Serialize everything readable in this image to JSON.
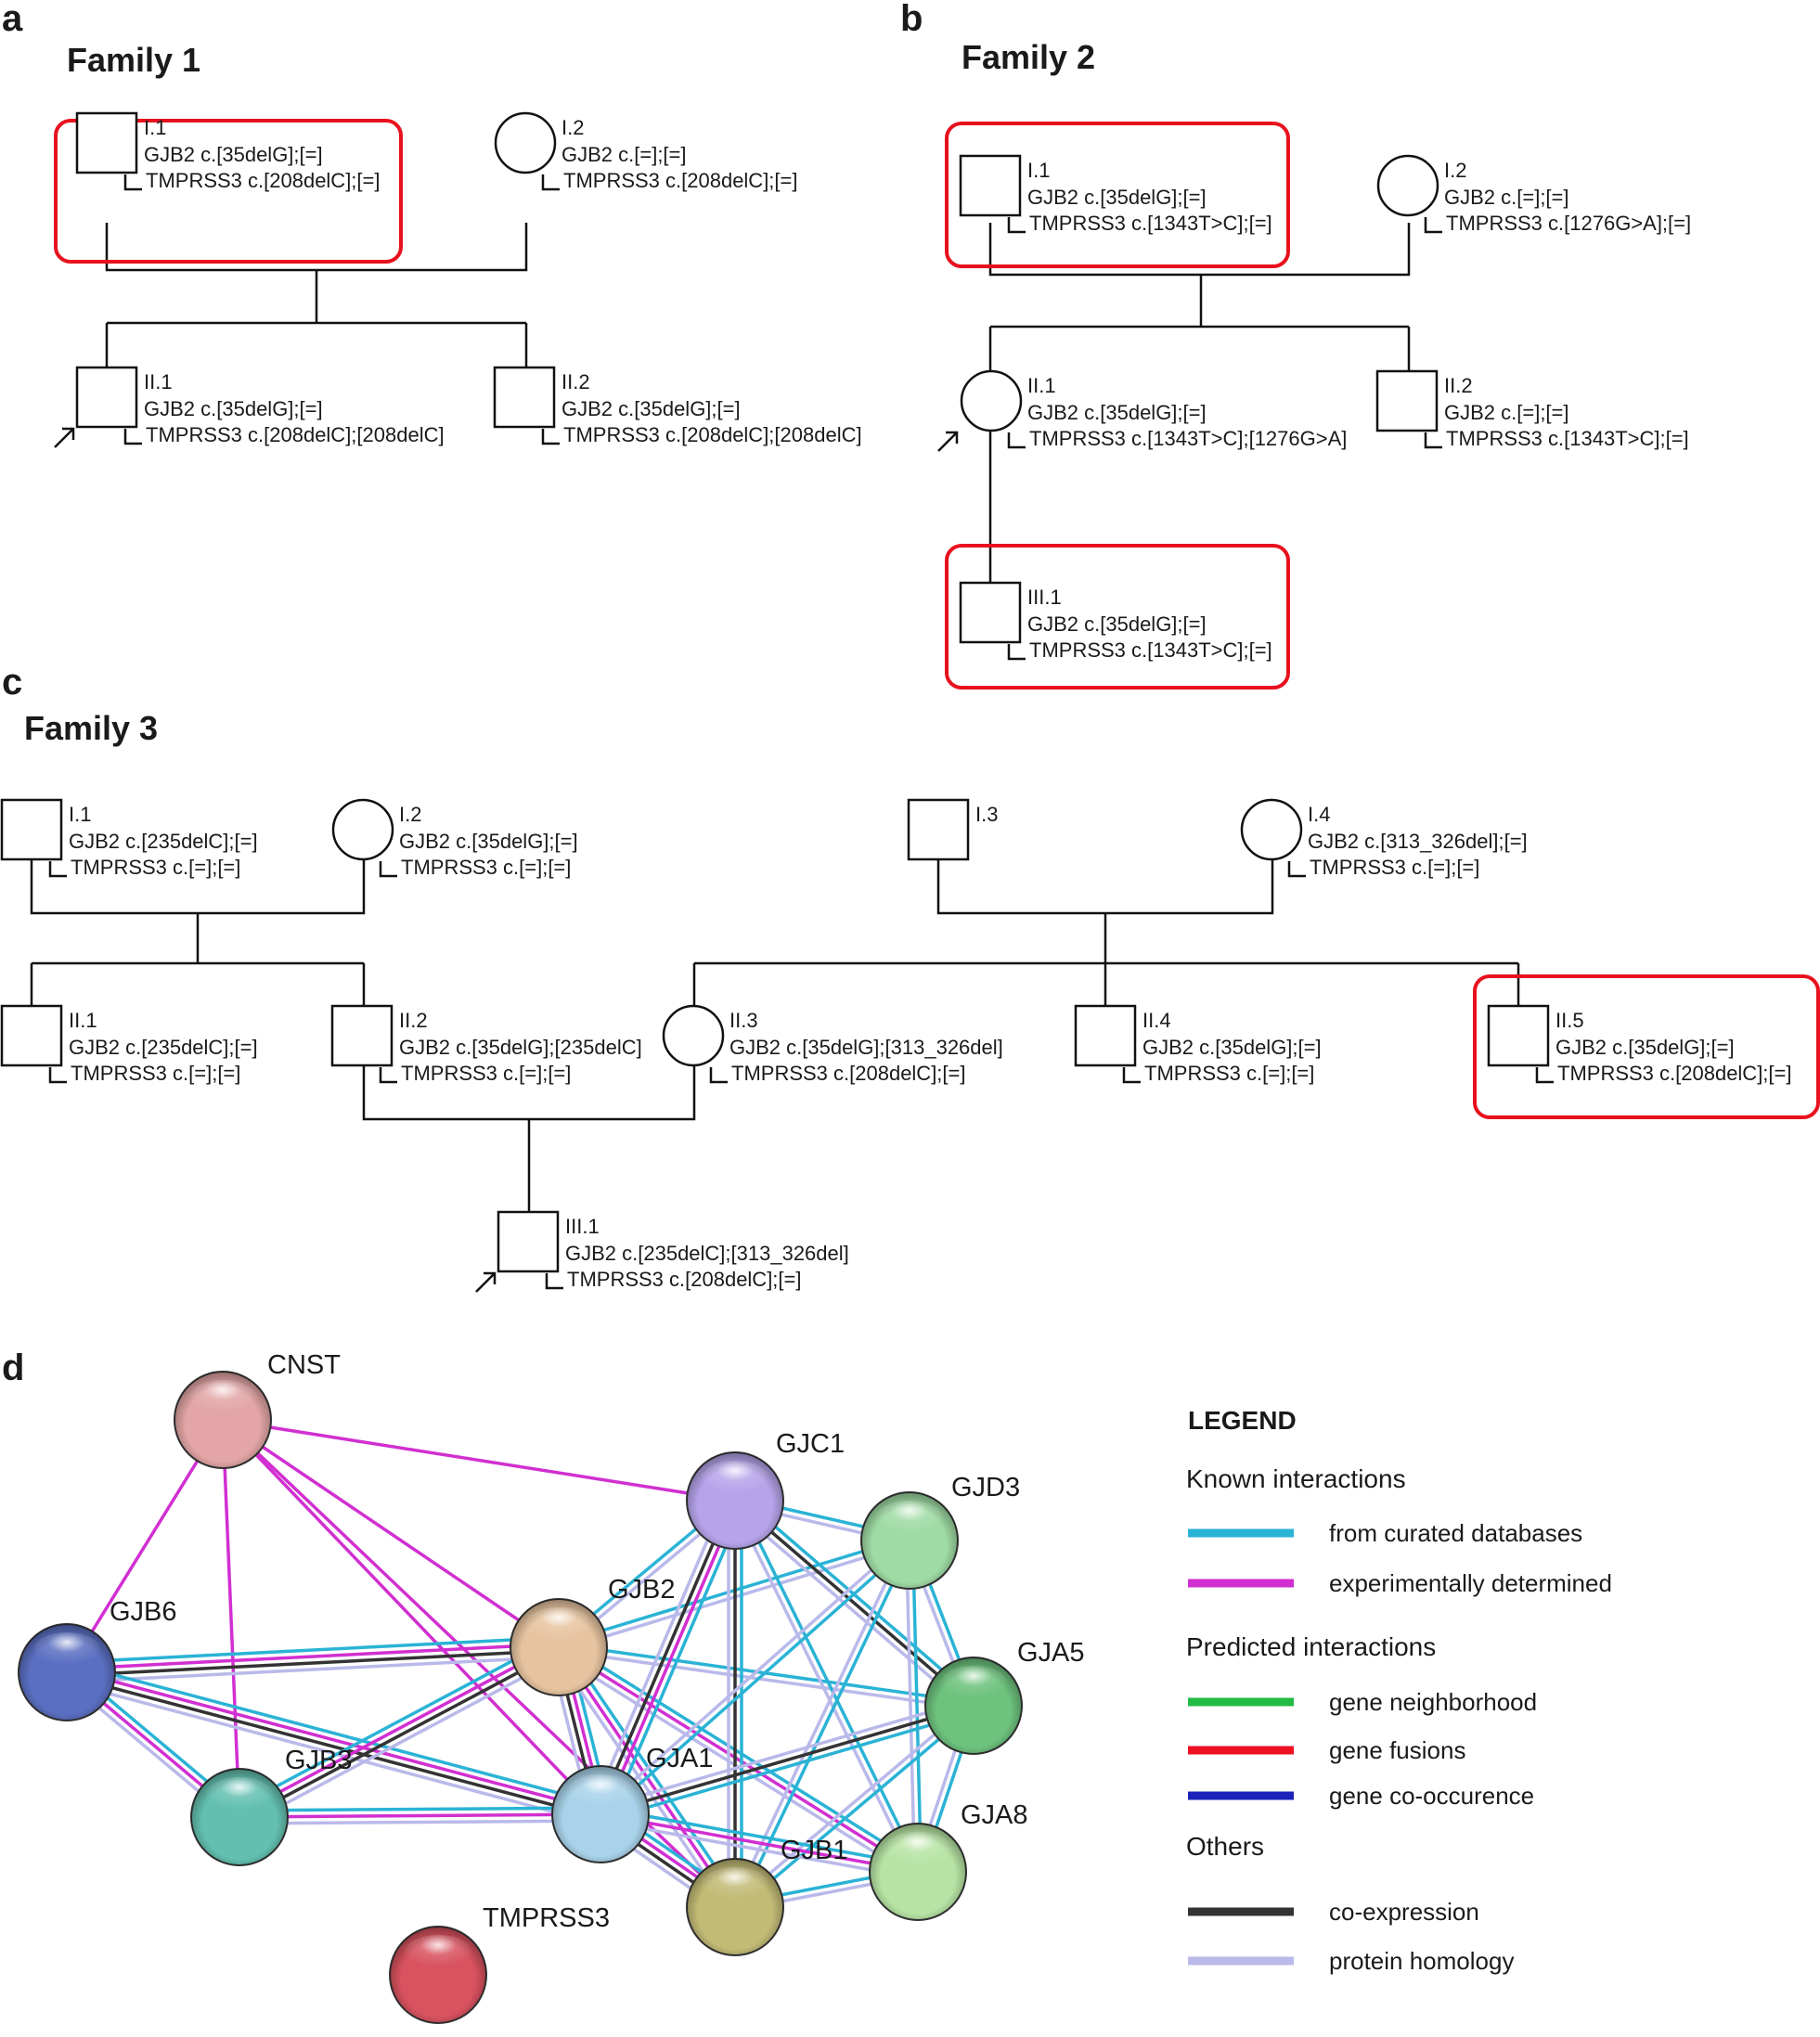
{
  "panels": [
    {
      "letter": "a",
      "family": "Family 1"
    },
    {
      "letter": "b",
      "family": "Family 2"
    },
    {
      "letter": "c",
      "family": "Family 3"
    },
    {
      "letter": "d"
    }
  ],
  "colors": {
    "affected_fill": "#444444",
    "highlight_box": "#e8111d",
    "line": "#111111"
  },
  "family1": {
    "individuals": [
      {
        "id": "I.1",
        "sex": "male",
        "affected": false,
        "proband": false,
        "highlighted": true,
        "gjb2": "GJB2 c.[35delG];[=]",
        "tmprss3": "TMPRSS3 c.[208delC];[=]"
      },
      {
        "id": "I.2",
        "sex": "female",
        "affected": false,
        "proband": false,
        "highlighted": false,
        "gjb2": "GJB2 c.[=];[=]",
        "tmprss3": "TMPRSS3 c.[208delC];[=]"
      },
      {
        "id": "II.1",
        "sex": "male",
        "affected": true,
        "proband": true,
        "highlighted": false,
        "gjb2": "GJB2 c.[35delG];[=]",
        "tmprss3": "TMPRSS3 c.[208delC];[208delC]"
      },
      {
        "id": "II.2",
        "sex": "male",
        "affected": true,
        "proband": false,
        "highlighted": false,
        "gjb2": "GJB2 c.[35delG];[=]",
        "tmprss3": "TMPRSS3 c.[208delC];[208delC]"
      }
    ]
  },
  "family2": {
    "individuals": [
      {
        "id": "I.1",
        "sex": "male",
        "affected": false,
        "proband": false,
        "highlighted": true,
        "gjb2": "GJB2 c.[35delG];[=]",
        "tmprss3": "TMPRSS3 c.[1343T>C];[=]"
      },
      {
        "id": "I.2",
        "sex": "female",
        "affected": false,
        "proband": false,
        "highlighted": false,
        "gjb2": "GJB2 c.[=];[=]",
        "tmprss3": "TMPRSS3 c.[1276G>A];[=]"
      },
      {
        "id": "II.1",
        "sex": "female",
        "affected": true,
        "proband": true,
        "highlighted": false,
        "gjb2": "GJB2 c.[35delG];[=]",
        "tmprss3": "TMPRSS3 c.[1343T>C];[1276G>A]"
      },
      {
        "id": "II.2",
        "sex": "male",
        "affected": false,
        "proband": false,
        "highlighted": false,
        "gjb2": "GJB2 c.[=];[=]",
        "tmprss3": "TMPRSS3 c.[1343T>C];[=]"
      },
      {
        "id": "III.1",
        "sex": "male",
        "affected": false,
        "proband": false,
        "highlighted": true,
        "gjb2": "GJB2 c.[35delG];[=]",
        "tmprss3": "TMPRSS3 c.[1343T>C];[=]"
      }
    ]
  },
  "family3": {
    "individuals": [
      {
        "id": "I.1",
        "sex": "male",
        "affected": false,
        "proband": false,
        "highlighted": false,
        "gjb2": "GJB2 c.[235delC];[=]",
        "tmprss3": "TMPRSS3 c.[=];[=]"
      },
      {
        "id": "I.2",
        "sex": "female",
        "affected": false,
        "proband": false,
        "highlighted": false,
        "gjb2": "GJB2 c.[35delG];[=]",
        "tmprss3": "TMPRSS3 c.[=];[=]"
      },
      {
        "id": "I.3",
        "sex": "male",
        "affected": false,
        "proband": false,
        "highlighted": false
      },
      {
        "id": "I.4",
        "sex": "female",
        "affected": false,
        "proband": false,
        "highlighted": false,
        "gjb2": "GJB2 c.[313_326del];[=]",
        "tmprss3": "TMPRSS3 c.[=];[=]"
      },
      {
        "id": "II.1",
        "sex": "male",
        "affected": false,
        "proband": false,
        "highlighted": false,
        "gjb2": "GJB2 c.[235delC];[=]",
        "tmprss3": "TMPRSS3 c.[=];[=]"
      },
      {
        "id": "II.2",
        "sex": "male",
        "affected": true,
        "proband": false,
        "highlighted": false,
        "gjb2": "GJB2 c.[35delG];[235delC]",
        "tmprss3": "TMPRSS3 c.[=];[=]"
      },
      {
        "id": "II.3",
        "sex": "female",
        "affected": true,
        "proband": false,
        "highlighted": false,
        "gjb2": "GJB2 c.[35delG];[313_326del]",
        "tmprss3": "TMPRSS3 c.[208delC];[=]"
      },
      {
        "id": "II.4",
        "sex": "male",
        "affected": false,
        "proband": false,
        "highlighted": false,
        "gjb2": "GJB2 c.[35delG];[=]",
        "tmprss3": "TMPRSS3 c.[=];[=]"
      },
      {
        "id": "II.5",
        "sex": "male",
        "affected": false,
        "proband": false,
        "highlighted": true,
        "gjb2": "GJB2 c.[35delG];[=]",
        "tmprss3": "TMPRSS3 c.[208delC];[=]"
      },
      {
        "id": "III.1",
        "sex": "male",
        "affected": true,
        "proband": true,
        "highlighted": false,
        "gjb2": "GJB2 c.[235delC];[313_326del]",
        "tmprss3": "TMPRSS3 c.[208delC];[=]"
      }
    ]
  },
  "network": {
    "nodes": [
      {
        "id": "CNST",
        "label": "CNST",
        "color": "#e3a5a5"
      },
      {
        "id": "GJC1",
        "label": "GJC1",
        "color": "#b6a4ea"
      },
      {
        "id": "GJD3",
        "label": "GJD3",
        "color": "#9fdba4"
      },
      {
        "id": "GJB6",
        "label": "GJB6",
        "color": "#5b6fc2"
      },
      {
        "id": "GJB2",
        "label": "GJB2",
        "color": "#e7c4a0"
      },
      {
        "id": "GJA5",
        "label": "GJA5",
        "color": "#6dc27d"
      },
      {
        "id": "GJB3",
        "label": "GJB3",
        "color": "#63c0b0"
      },
      {
        "id": "GJA1",
        "label": "GJA1",
        "color": "#a9d3ea"
      },
      {
        "id": "GJB1",
        "label": "GJB1",
        "color": "#c2bb76"
      },
      {
        "id": "GJA8",
        "label": "GJA8",
        "color": "#b7e4a4"
      },
      {
        "id": "TMPRSS3",
        "label": "TMPRSS3",
        "color": "#d8525f"
      }
    ],
    "edges": [
      {
        "source": "CNST",
        "target": "GJC1",
        "types": [
          "experimental"
        ]
      },
      {
        "source": "CNST",
        "target": "GJB6",
        "types": [
          "experimental"
        ]
      },
      {
        "source": "CNST",
        "target": "GJB3",
        "types": [
          "experimental"
        ]
      },
      {
        "source": "CNST",
        "target": "GJB2",
        "types": [
          "experimental"
        ]
      },
      {
        "source": "CNST",
        "target": "GJA1",
        "types": [
          "experimental"
        ]
      },
      {
        "source": "CNST",
        "target": "GJB1",
        "types": [
          "experimental"
        ]
      },
      {
        "source": "GJB6",
        "target": "GJB2",
        "types": [
          "curated",
          "experimental",
          "coexpression",
          "homology"
        ]
      },
      {
        "source": "GJB6",
        "target": "GJB3",
        "types": [
          "curated",
          "experimental",
          "homology"
        ]
      },
      {
        "source": "GJB6",
        "target": "GJA1",
        "types": [
          "curated",
          "experimental",
          "coexpression",
          "homology"
        ]
      },
      {
        "source": "GJB3",
        "target": "GJA1",
        "types": [
          "curated",
          "experimental",
          "homology"
        ]
      },
      {
        "source": "GJB3",
        "target": "GJB2",
        "types": [
          "curated",
          "experimental",
          "coexpression",
          "homology"
        ]
      },
      {
        "source": "GJB2",
        "target": "GJC1",
        "types": [
          "curated",
          "homology"
        ]
      },
      {
        "source": "GJB2",
        "target": "GJD3",
        "types": [
          "curated",
          "homology"
        ]
      },
      {
        "source": "GJB2",
        "target": "GJA5",
        "types": [
          "curated",
          "homology"
        ]
      },
      {
        "source": "GJB2",
        "target": "GJA1",
        "types": [
          "curated",
          "experimental",
          "coexpression",
          "homology"
        ]
      },
      {
        "source": "GJB2",
        "target": "GJB1",
        "types": [
          "curated",
          "experimental",
          "homology"
        ]
      },
      {
        "source": "GJB2",
        "target": "GJA8",
        "types": [
          "curated",
          "experimental",
          "homology"
        ]
      },
      {
        "source": "GJC1",
        "target": "GJD3",
        "types": [
          "curated",
          "homology"
        ]
      },
      {
        "source": "GJC1",
        "target": "GJA1",
        "types": [
          "curated",
          "experimental",
          "coexpression",
          "homology"
        ]
      },
      {
        "source": "GJC1",
        "target": "GJB1",
        "types": [
          "curated",
          "coexpression",
          "homology"
        ]
      },
      {
        "source": "GJC1",
        "target": "GJA5",
        "types": [
          "curated",
          "coexpression",
          "homology"
        ]
      },
      {
        "source": "GJC1",
        "target": "GJA8",
        "types": [
          "curated",
          "homology"
        ]
      },
      {
        "source": "GJD3",
        "target": "GJA5",
        "types": [
          "curated",
          "homology"
        ]
      },
      {
        "source": "GJD3",
        "target": "GJA1",
        "types": [
          "curated",
          "homology"
        ]
      },
      {
        "source": "GJD3",
        "target": "GJB1",
        "types": [
          "curated",
          "homology"
        ]
      },
      {
        "source": "GJD3",
        "target": "GJA8",
        "types": [
          "curated",
          "homology"
        ]
      },
      {
        "source": "GJA5",
        "target": "GJA1",
        "types": [
          "curated",
          "coexpression",
          "homology"
        ]
      },
      {
        "source": "GJA5",
        "target": "GJA8",
        "types": [
          "curated",
          "homology"
        ]
      },
      {
        "source": "GJA5",
        "target": "GJB1",
        "types": [
          "curated",
          "homology"
        ]
      },
      {
        "source": "GJA1",
        "target": "GJB1",
        "types": [
          "curated",
          "experimental",
          "coexpression",
          "homology"
        ]
      },
      {
        "source": "GJA1",
        "target": "GJA8",
        "types": [
          "curated",
          "experimental",
          "homology"
        ]
      },
      {
        "source": "GJB1",
        "target": "GJA8",
        "types": [
          "curated",
          "homology"
        ]
      }
    ]
  },
  "legend": {
    "title": "LEGEND",
    "groups": [
      {
        "heading": "Known interactions",
        "items": [
          {
            "key": "curated",
            "label": "from curated databases",
            "color": "#2ab3d5"
          },
          {
            "key": "experimental",
            "label": "experimentally determined",
            "color": "#d12fd1"
          }
        ]
      },
      {
        "heading": "Predicted interactions",
        "items": [
          {
            "key": "neighborhood",
            "label": "gene neighborhood",
            "color": "#22bb44"
          },
          {
            "key": "fusion",
            "label": "gene fusions",
            "color": "#ee1122"
          },
          {
            "key": "cooccurrence",
            "label": "gene co-occurence",
            "color": "#1a22bb"
          }
        ]
      },
      {
        "heading": "Others",
        "items": [
          {
            "key": "coexpression",
            "label": "co-expression",
            "color": "#333333"
          },
          {
            "key": "homology",
            "label": "protein homology",
            "color": "#b9b9ea"
          }
        ]
      }
    ]
  }
}
